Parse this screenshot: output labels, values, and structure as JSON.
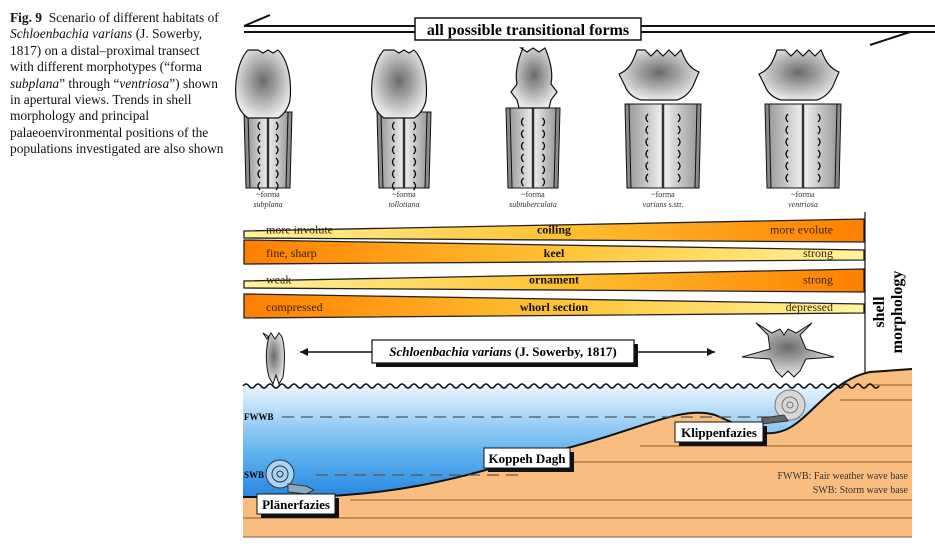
{
  "caption": {
    "label": "Fig. 9",
    "text_parts": [
      {
        "t": "Scenario of different habitats of ",
        "i": false
      },
      {
        "t": "Schloenbachia varians",
        "i": true
      },
      {
        "t": " (J. Sowerby, 1817) on a distal–proximal transect with different morphotypes (“forma ",
        "i": false
      },
      {
        "t": "subplana",
        "i": true
      },
      {
        "t": "” through “",
        "i": false
      },
      {
        "t": "ventriosa",
        "i": true
      },
      {
        "t": "”) shown in apertural views. Trends in shell morphology and principal palaeoenvironmental positions of the populations investigated are also shown",
        "i": false
      }
    ]
  },
  "top_banner": "all possible transitional forms",
  "morphotypes": [
    {
      "prefix": "~forma",
      "name": "subplana",
      "suffix": ""
    },
    {
      "prefix": "~forma",
      "name": "tollotiana",
      "suffix": ""
    },
    {
      "prefix": "~forma",
      "name": "subtuberculata",
      "suffix": ""
    },
    {
      "prefix": "~forma",
      "name": "varians",
      "suffix": " s.str."
    },
    {
      "prefix": "~forma",
      "name": "ventriosa",
      "suffix": ""
    }
  ],
  "trends": [
    {
      "label": "coiling",
      "left": "more involute",
      "right": "more evolute",
      "widens_to": "right"
    },
    {
      "label": "keel",
      "left": "fine, sharp",
      "right": "strong",
      "widens_to": "left"
    },
    {
      "label": "ornament",
      "left": "weak",
      "right": "strong",
      "widens_to": "right"
    },
    {
      "label": "whorl section",
      "left": "compressed",
      "right": "depressed",
      "widens_to": "left"
    }
  ],
  "side_label": [
    "shell",
    "morphology"
  ],
  "species_label": {
    "italic": "Schloenbachia varians",
    "normal": " (J. Sowerby, 1817)"
  },
  "environment": {
    "fwwb": "FWWB",
    "swb": "SWB",
    "facies": [
      "Plänerfazies",
      "Koppeh Dagh",
      "Klippenfazies"
    ],
    "legend": [
      "FWWB: Fair weather wave base",
      "SWB: Storm wave base"
    ]
  },
  "colors": {
    "orange": "#ff8000",
    "yellow": "#fff176",
    "sediment": "#f9bd7f",
    "water_top": "#e3f2fd",
    "water_deep": "#1e88e5",
    "shell_gray": "#9e9e9e"
  }
}
